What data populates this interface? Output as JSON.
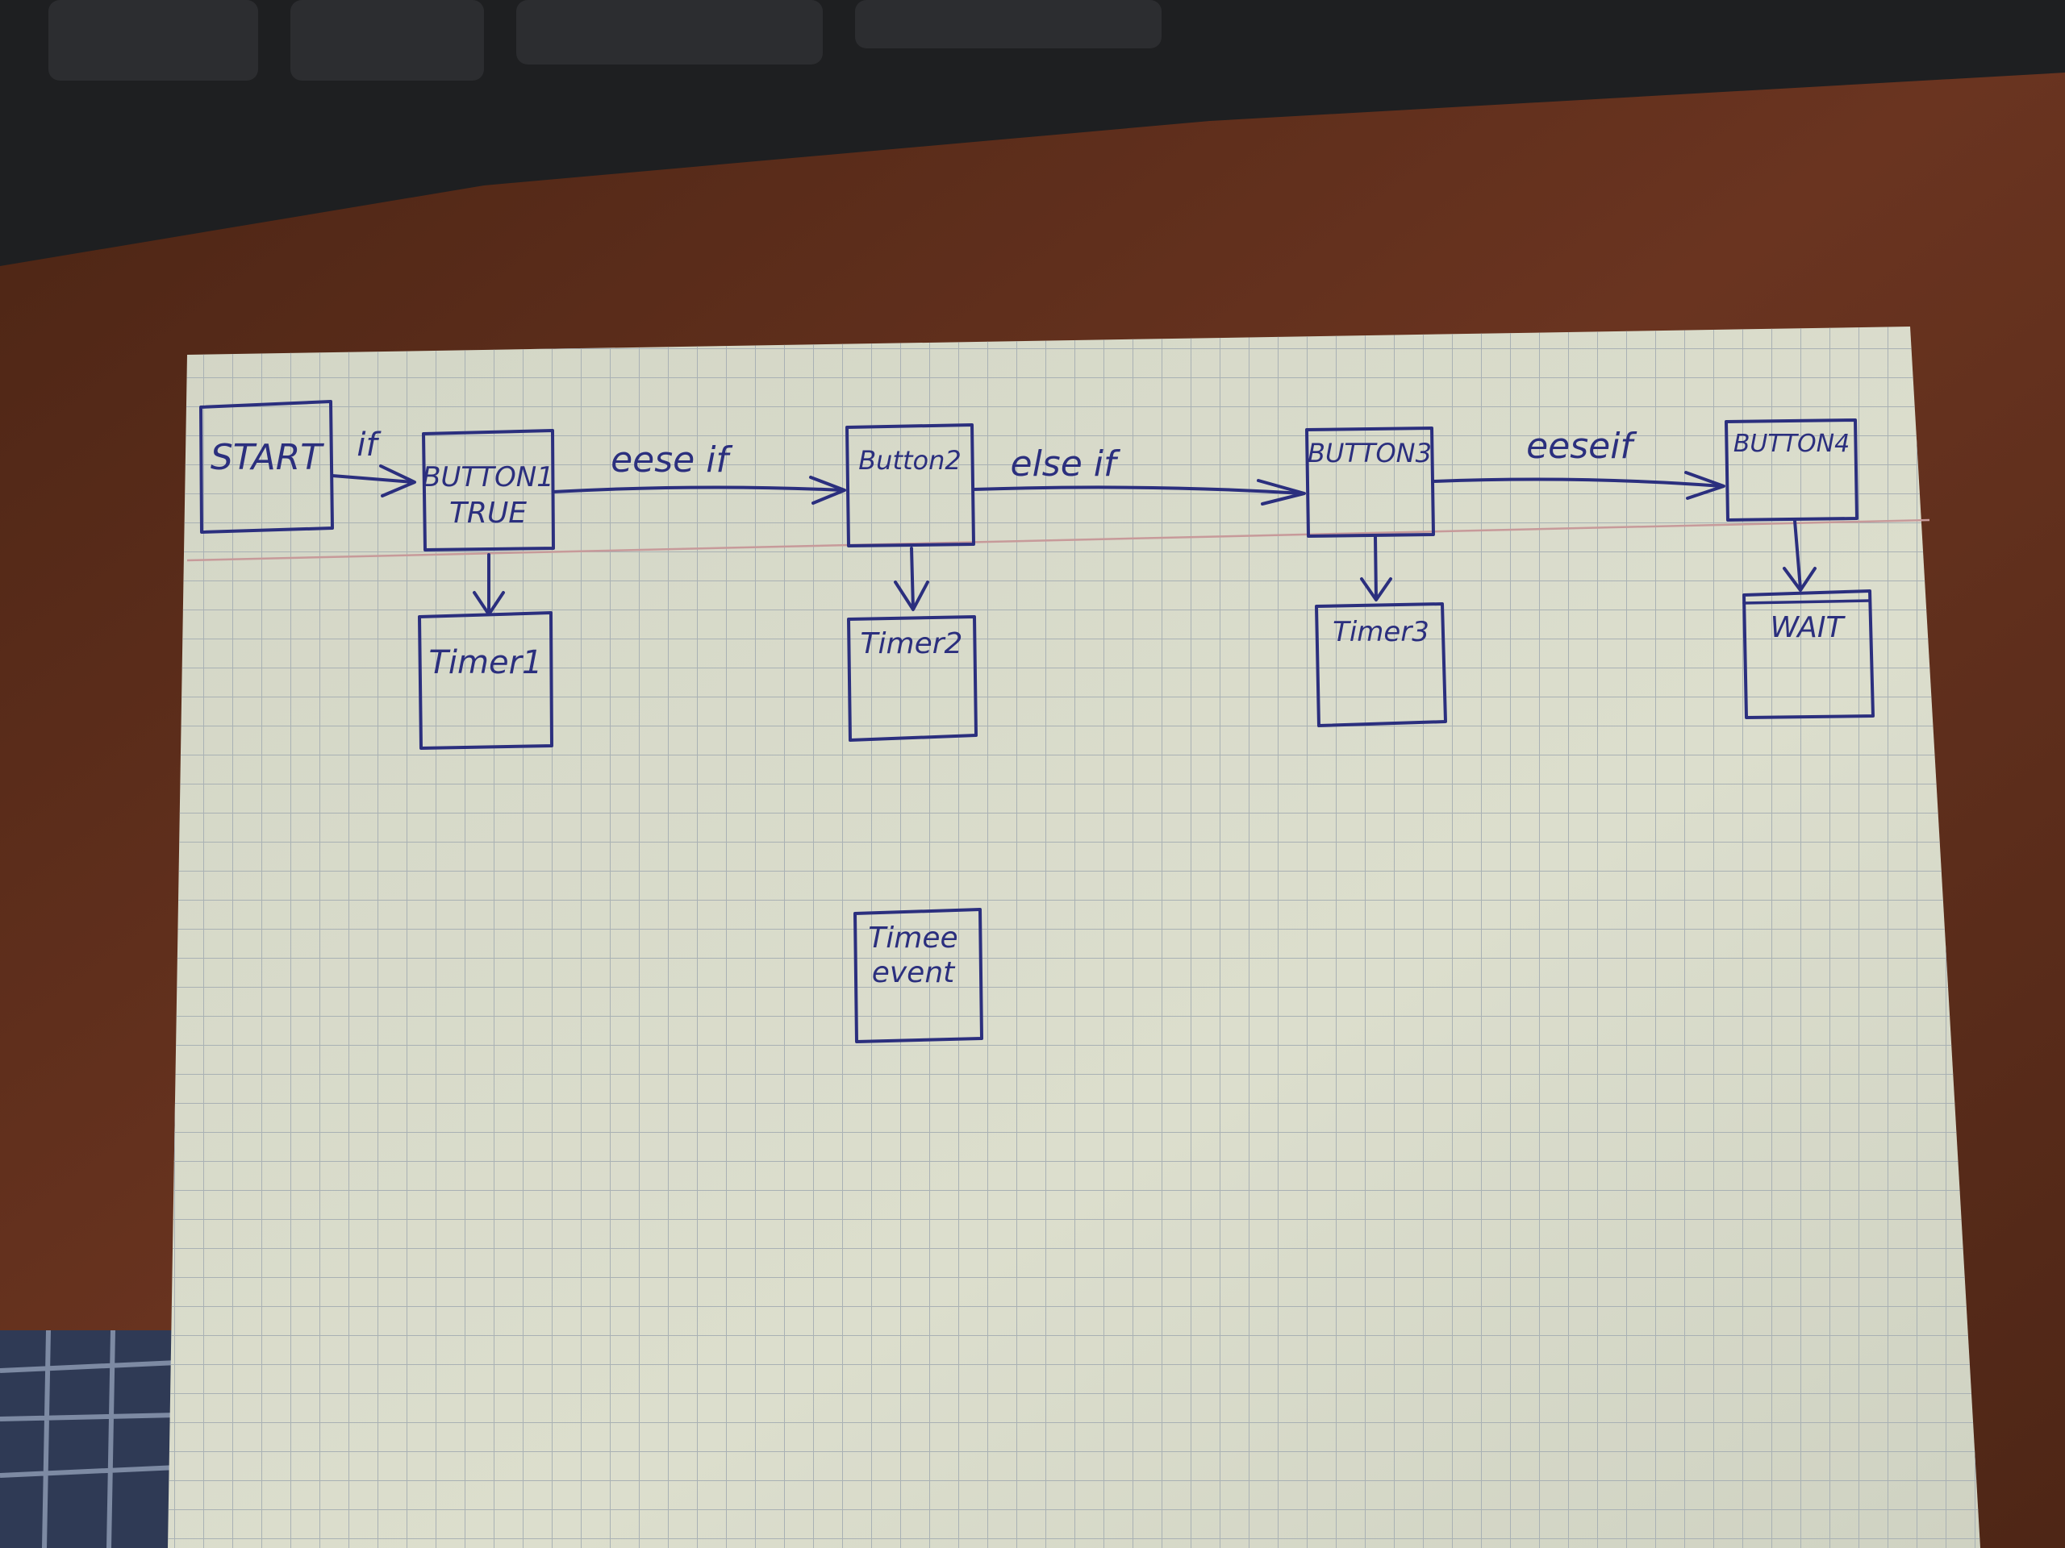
{
  "nodes": {
    "start": "START",
    "button1_line1": "BUTTON1",
    "button1_line2": "TRUE",
    "button2": "Button2",
    "button3": "BUTTON3",
    "button4": "BUTTON4",
    "timer1": "Timer1",
    "timer2": "Timer2",
    "timer3": "Timer3",
    "wait": "WAIT",
    "timer_event_line1": "Timee",
    "timer_event_line2": "event"
  },
  "edges": {
    "if": "if",
    "elseif1": "eese if",
    "elseif2": "else if",
    "elseif3": "eeseif"
  },
  "colors": {
    "ink": "#2b2f7e",
    "paper": "#d8dac9",
    "grid": "#a9b1b4",
    "table": "#5a2a18",
    "keyboard": "#1e1f21"
  }
}
